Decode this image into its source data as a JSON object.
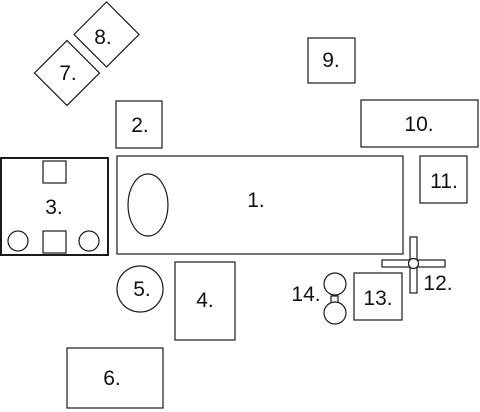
{
  "labels": {
    "l1": "1.",
    "l2": "2.",
    "l3": "3.",
    "l4": "4.",
    "l5": "5.",
    "l6": "6.",
    "l7": "7.",
    "l8": "8.",
    "l9": "9.",
    "l10": "10.",
    "l11": "11.",
    "l12": "12.",
    "l13": "13.",
    "l14": "14."
  },
  "colors": {
    "stroke": "#1a1a1a",
    "fill": "#ffffff",
    "text": "#111111"
  }
}
